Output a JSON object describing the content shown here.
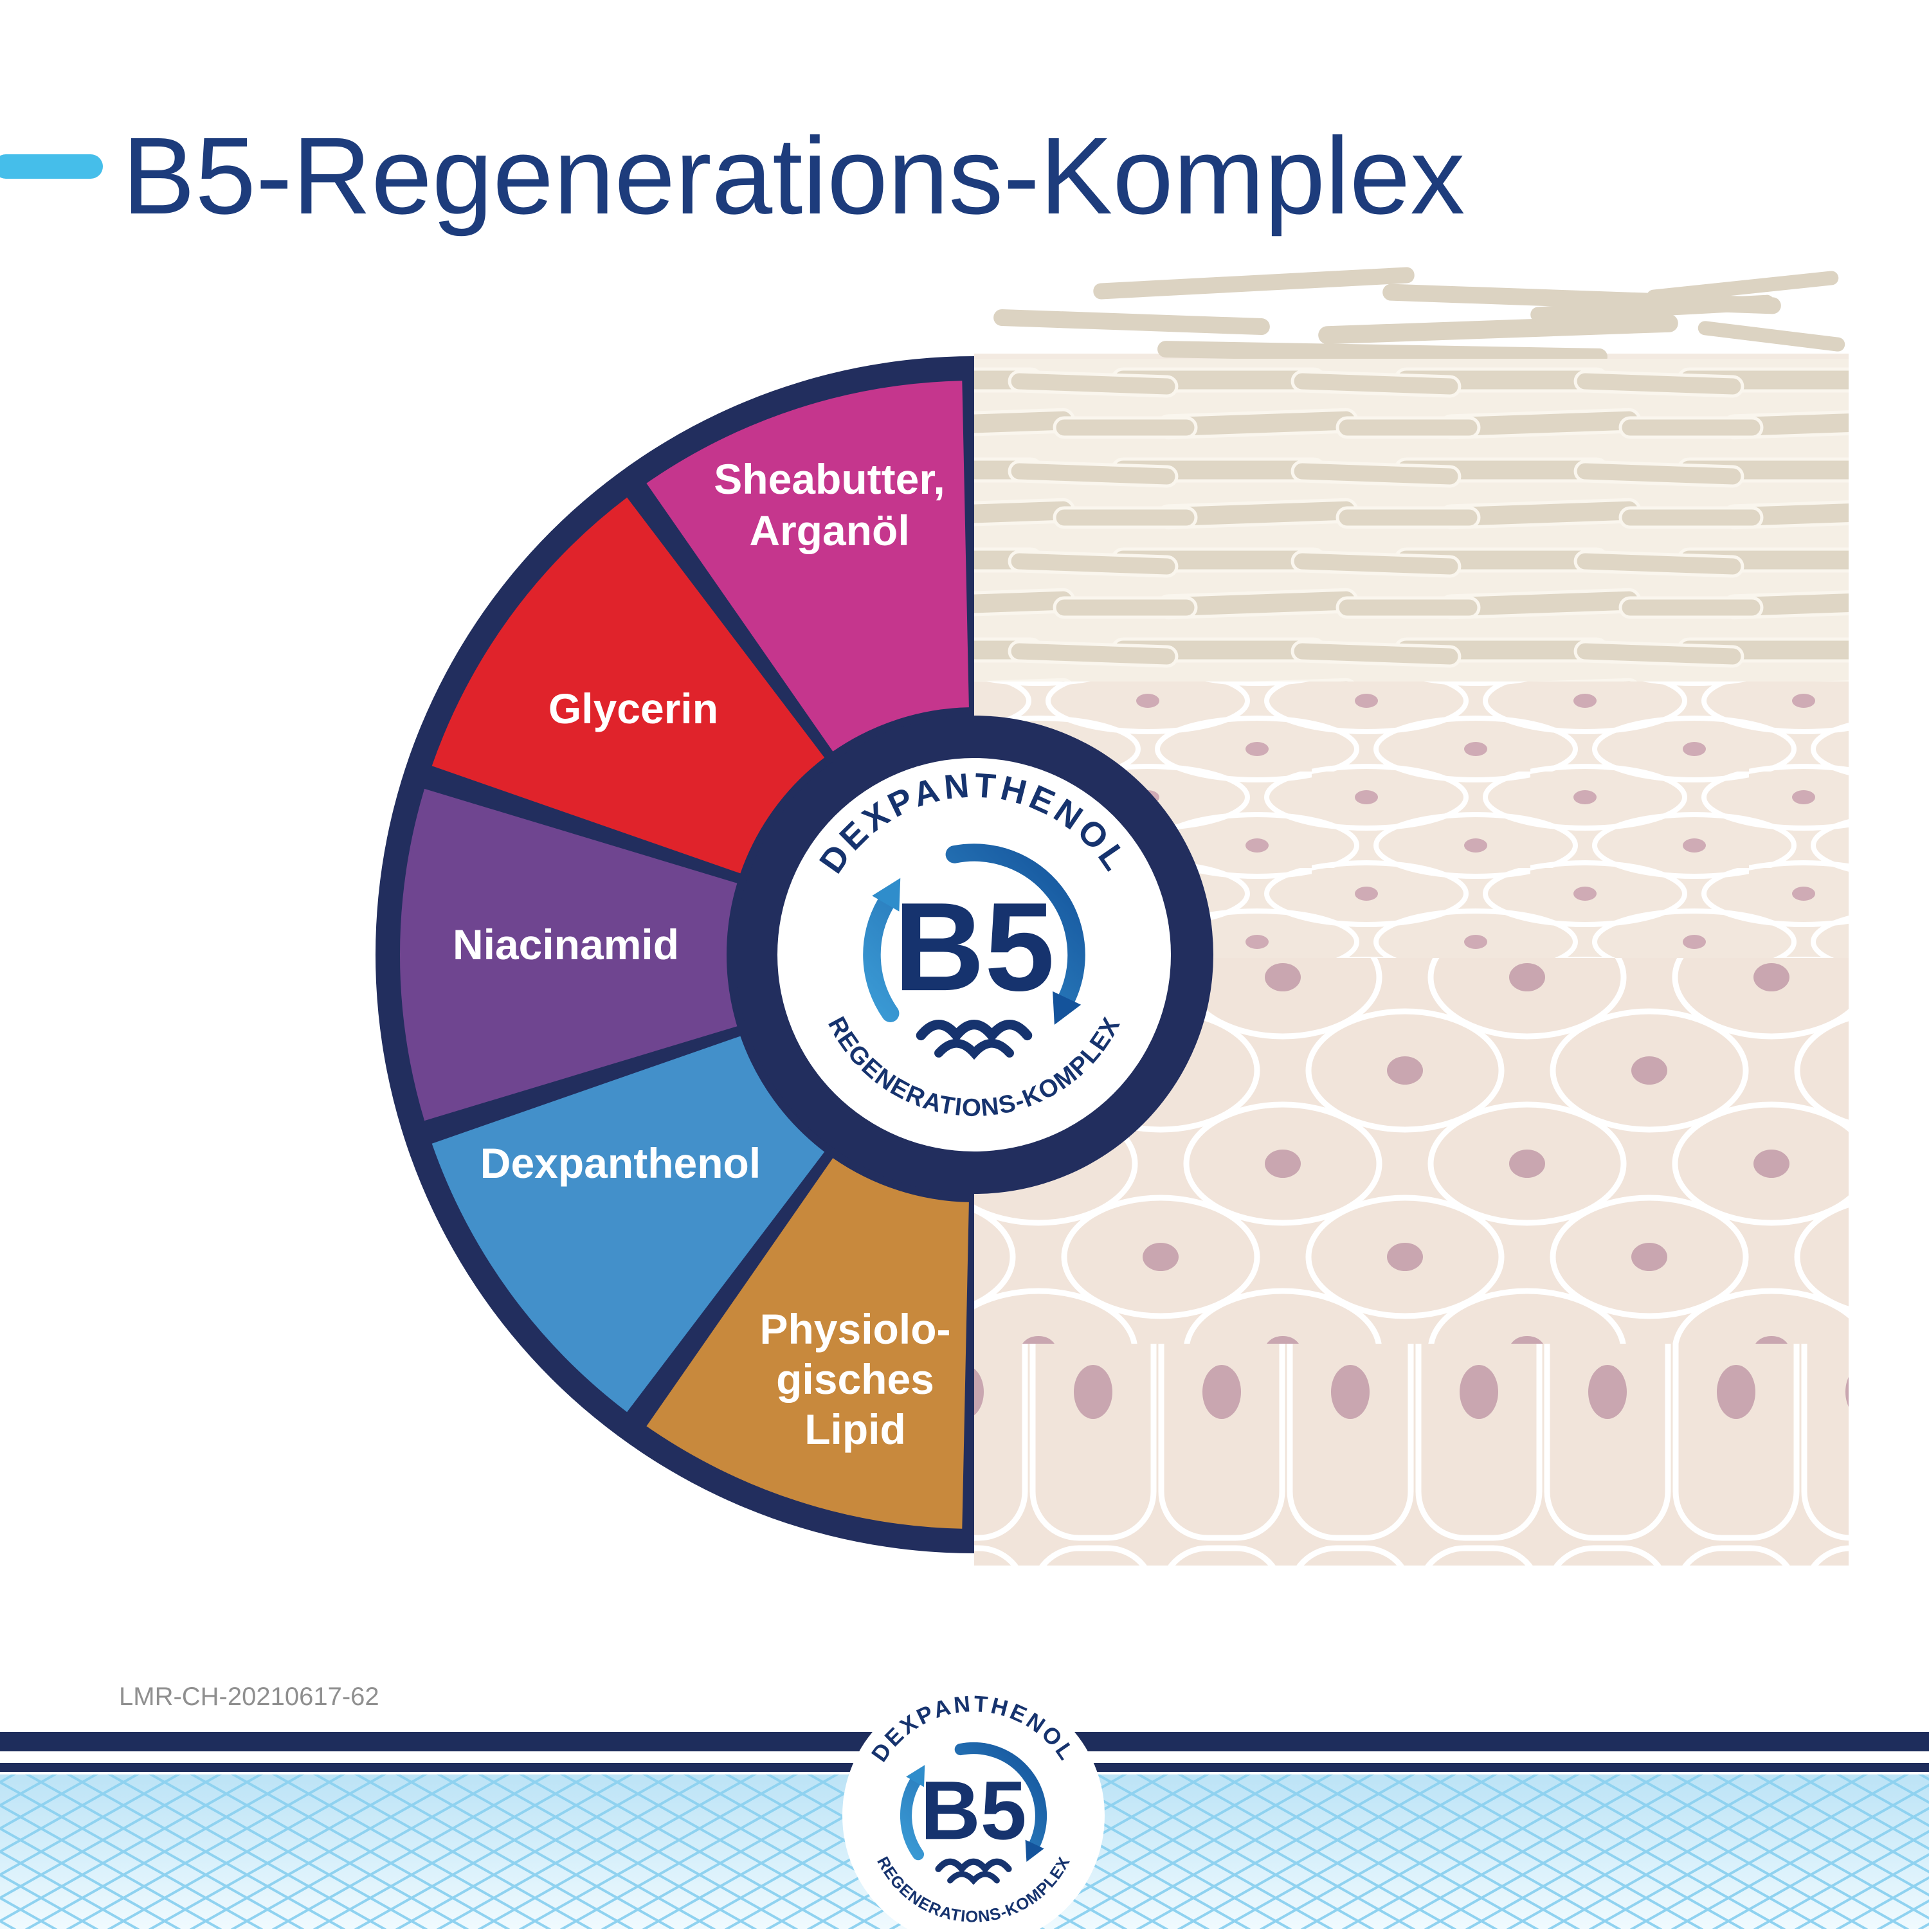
{
  "header": {
    "title": "B5-Regenerations-Komplex",
    "title_color": "#1D3C7C",
    "accent_dash_color": "#45BEEA"
  },
  "wheel": {
    "ring_color": "#222E5E",
    "segments": [
      {
        "label": "Sheabutter, Arganöl",
        "lines": [
          "Sheabutter,",
          "Arganöl"
        ],
        "color": "#C5368D"
      },
      {
        "label": "Glycerin",
        "lines": [
          "Glycerin"
        ],
        "color": "#E0232B"
      },
      {
        "label": "Niacinamid",
        "lines": [
          "Niacinamid"
        ],
        "color": "#6F4590"
      },
      {
        "label": "Dexpanthenol",
        "lines": [
          "Dexpanthenol"
        ],
        "color": "#4390CA"
      },
      {
        "label": "Physiologisches Lipid",
        "lines": [
          "Physiolo-",
          "gisches",
          "Lipid"
        ],
        "color": "#C8893D"
      }
    ]
  },
  "badge": {
    "top_text": "DEXPANTHENOL",
    "center_text": "B5",
    "bottom_text": "REGENERATIONS-KOMPLEX",
    "text_color": "#16336E"
  },
  "footer": {
    "reference_code": "LMR-CH-20210617-62",
    "reference_color": "#8F8F8F",
    "band_color": "#1E2D5C",
    "mesh_color": "#8FD2F0"
  }
}
